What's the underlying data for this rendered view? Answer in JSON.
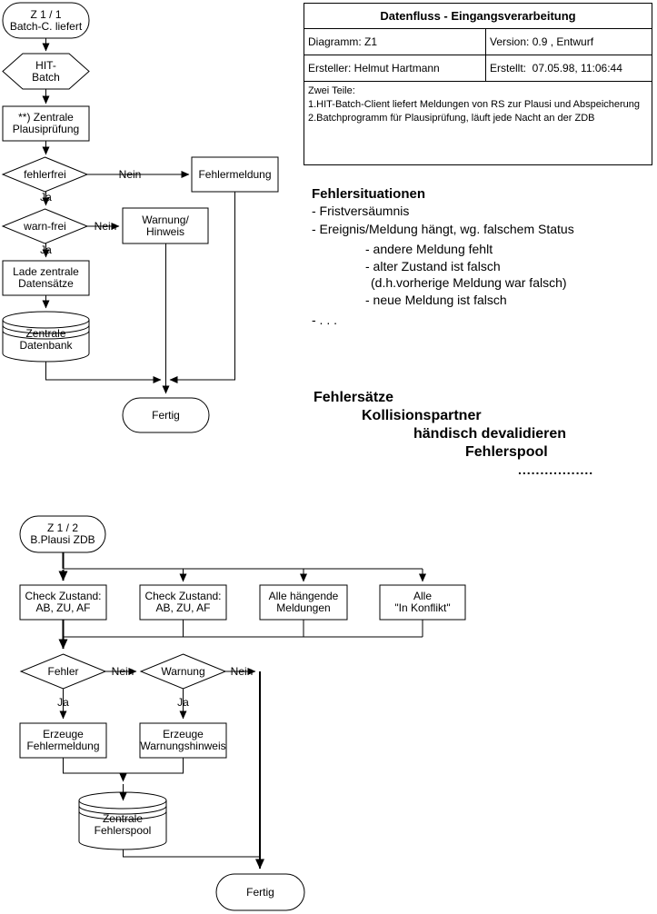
{
  "info_table": {
    "title": "Datenfluss - Eingangsverarbeitung",
    "diagramm": "Diagramm: Z1",
    "version": "Version: 0.9 , Entwurf",
    "ersteller": "Ersteller: Helmut Hartmann",
    "erstellt": "Erstellt:  07.05.98, 11:06:44",
    "description": "Zwei Teile:\n1.HIT-Batch-Client liefert Meldungen von RS zur Plausi und Abspeicherung\n2.Batchprogramm für Plausiprüfung, läuft jede Nacht an der ZDB"
  },
  "fehlersituationen": {
    "heading": "Fehlersituationen",
    "items": [
      {
        "text": "- Fristversäumnis"
      },
      {
        "text": "- Ereignis/Meldung hängt, wg. falschem Status"
      },
      {
        "text": "- andere Meldung fehlt"
      },
      {
        "text": "- alter Zustand ist falsch"
      },
      {
        "text": "(d.h.vorherige Meldung war falsch)"
      },
      {
        "text": "- neue Meldung ist falsch"
      },
      {
        "text": "- . . ."
      }
    ]
  },
  "fehlersaetze": {
    "lines": [
      {
        "text": "Fehlersätze"
      },
      {
        "text": "Kollisionspartner"
      },
      {
        "text": "händisch devalidieren"
      },
      {
        "text": "Fehlerspool"
      },
      {
        "text": "................."
      }
    ]
  },
  "flow1": {
    "start": "Z 1 / 1\nBatch-C. liefert",
    "hit_batch": "HIT-\nBatch",
    "plausi": "**) Zentrale\nPlausiprüfung",
    "fehlerfrei": "fehlerfrei",
    "fehlermeldung": "Fehlermeldung",
    "warnfrei": "warn-frei",
    "warnung_hinweis": "Warnung/ Hinweis",
    "lade": "Lade zentrale\nDatensätze",
    "datenbank": "Zentrale\nDatenbank",
    "fertig": "Fertig",
    "nein1": "Nein",
    "ja1": "Ja",
    "nein2": "Nein",
    "ja2": "Ja"
  },
  "flow2": {
    "start": "Z 1 / 2\nB.Plausi ZDB",
    "check1": "Check Zustand:\nAB, ZU, AF",
    "check2": "Check Zustand:\nAB, ZU, AF",
    "haengende": "Alle hängende\nMeldungen",
    "konflikt": "Alle\n\"In Konflikt\"",
    "fehler": "Fehler",
    "warnung": "Warnung",
    "nein1": "Nein",
    "nein2": "Nein",
    "ja1": "Ja",
    "ja2": "Ja",
    "erzeuge_fehler": "Erzeuge\nFehlermeldung",
    "erzeuge_warnung": "Erzeuge\nWarnungshinweis",
    "fehlerspool": "Zentrale\nFehlerspool",
    "fertig": "Fertig"
  },
  "colors": {
    "line": "#000000",
    "background": "#ffffff"
  }
}
